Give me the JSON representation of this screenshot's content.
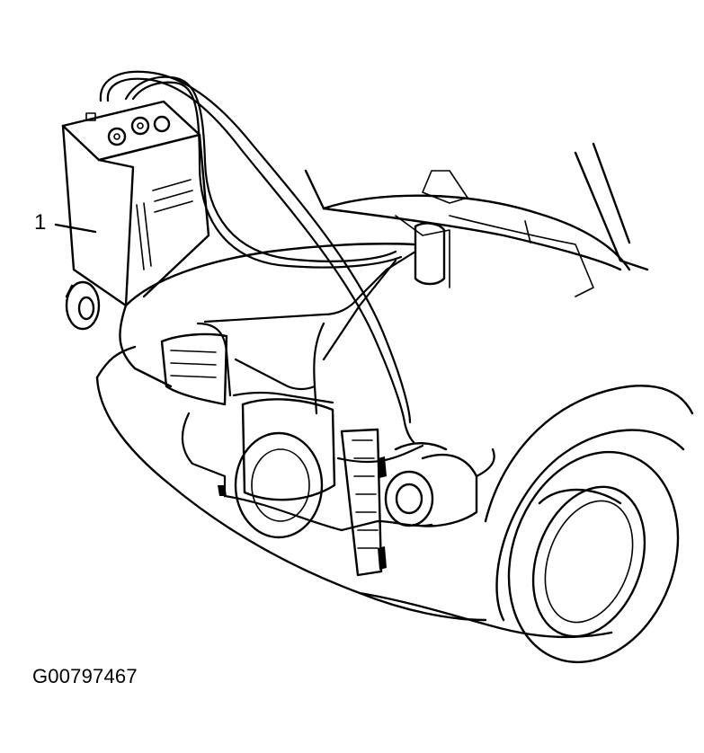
{
  "figure": {
    "callout_number": "1",
    "figure_code": "G00797467"
  },
  "parts": {
    "charging_station_icon": "ac-recovery-charging-station",
    "vehicle_icon": "vehicle-front-engine-bay"
  }
}
